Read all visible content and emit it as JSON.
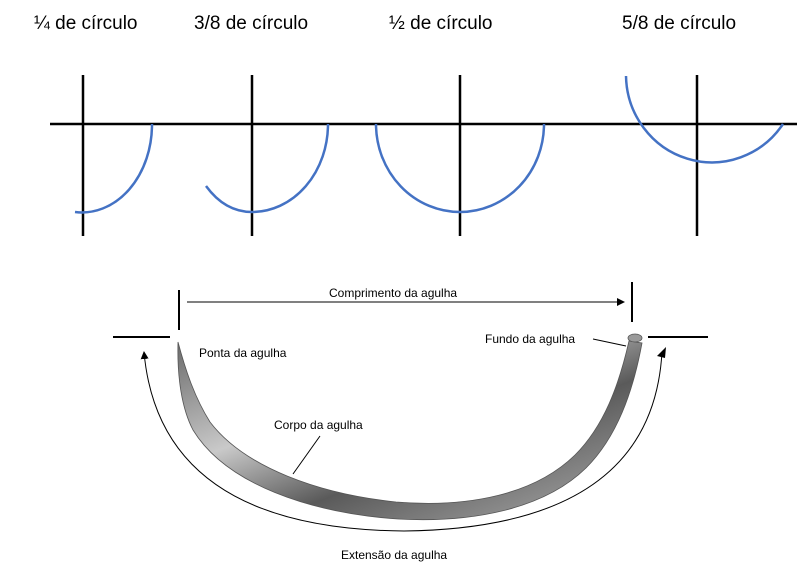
{
  "curvatures": [
    {
      "label": "¼ de círculo"
    },
    {
      "label": "3/8 de círculo"
    },
    {
      "label": "½ de círculo"
    },
    {
      "label": "5/8 de círculo"
    }
  ],
  "needle": {
    "length_label": "Comprimento da agulha",
    "point_label": "Ponta da agulha",
    "swage_label": "Fundo da agulha",
    "body_label": "Corpo da agulha",
    "chord_label": "Extensão da agulha"
  },
  "colors": {
    "arc": "#4472C4",
    "line": "#000000",
    "needle_dark": "#4f4f4f",
    "needle_light": "#c9c9c9"
  }
}
